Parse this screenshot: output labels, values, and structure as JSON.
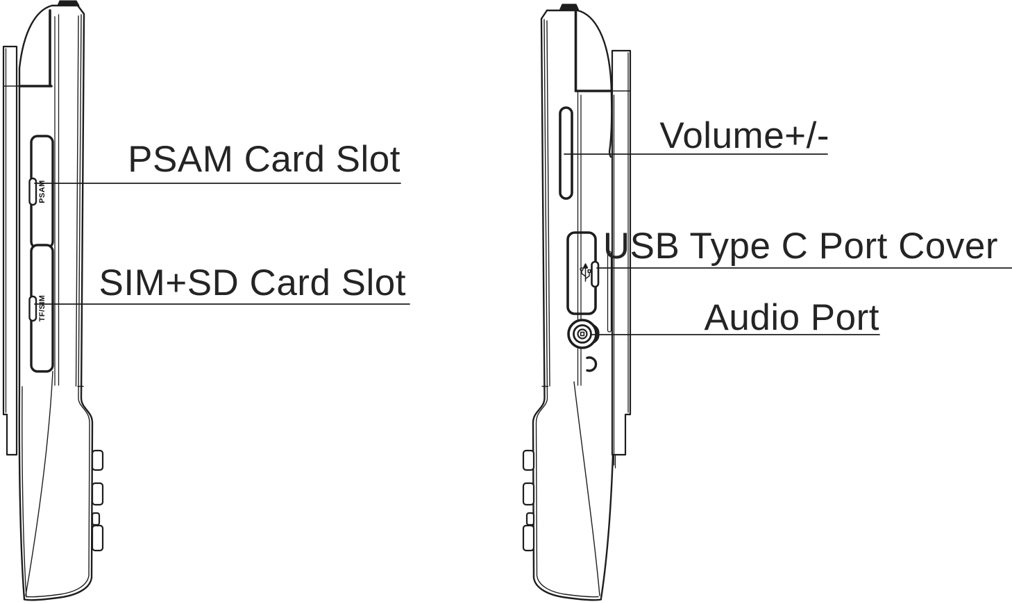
{
  "diagram": {
    "background": "#ffffff",
    "line_color": "#1d1d1d",
    "callouts": {
      "psam_card_slot": "PSAM Card Slot",
      "sim_sd_card_slot": "SIM+SD Card Slot",
      "volume": "Volume+/-",
      "usb_type_c_port_cover": "USB Type C Port Cover",
      "audio_port": "Audio Port"
    },
    "engravings": {
      "psam": "PSAM",
      "tf_sim": "TF/SIM"
    }
  }
}
